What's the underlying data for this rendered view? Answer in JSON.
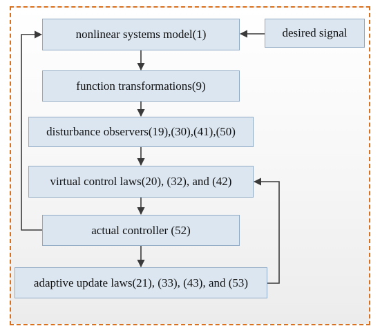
{
  "diagram": {
    "nodes": {
      "model": "nonlinear systems model(1)",
      "desired": "desired signal",
      "transform": "function transformations(9)",
      "observers": "disturbance observers(19),(30),(41),(50)",
      "virtual": "virtual control laws(20), (32), and (42)",
      "actual": "actual controller (52)",
      "adaptive": "adaptive update laws(21), (33), (43), and (53)"
    },
    "edges": [
      {
        "from": "desired",
        "to": "model"
      },
      {
        "from": "model",
        "to": "transform"
      },
      {
        "from": "transform",
        "to": "observers"
      },
      {
        "from": "observers",
        "to": "virtual"
      },
      {
        "from": "virtual",
        "to": "actual"
      },
      {
        "from": "actual",
        "to": "adaptive"
      },
      {
        "from": "actual",
        "to": "model",
        "route": "left-feedback"
      },
      {
        "from": "adaptive",
        "to": "virtual",
        "route": "right-feedback"
      }
    ],
    "colors": {
      "box_fill": "#dbe6f1",
      "box_border": "#8fa9c4",
      "frame_border": "#d9701e",
      "wire": "#3a3a3a"
    }
  }
}
